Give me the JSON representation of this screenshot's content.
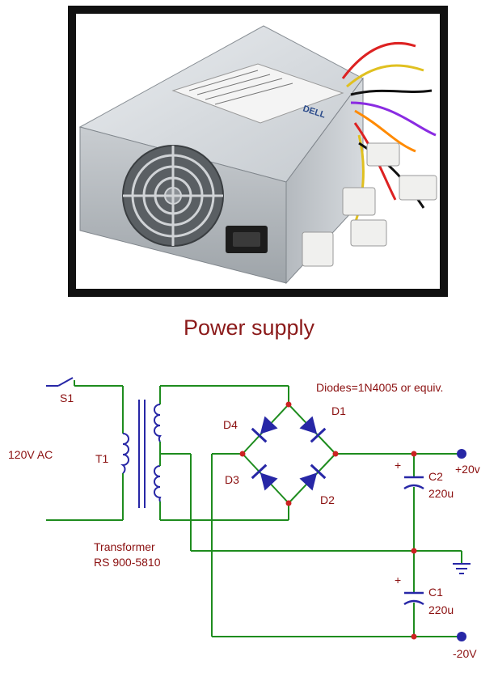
{
  "title": "Power supply",
  "photo": {
    "brand_logo": "DELL"
  },
  "schematic": {
    "note": "Diodes=1N4005 or equiv.",
    "input_label": "120V AC",
    "switch": "S1",
    "transformer_ref": "T1",
    "transformer_caption_line1": "Transformer",
    "transformer_caption_line2": "RS 900-5810",
    "diodes": [
      "D1",
      "D2",
      "D3",
      "D4"
    ],
    "capacitors": [
      {
        "ref": "C2",
        "value": "220u",
        "polarity": "+"
      },
      {
        "ref": "C1",
        "value": "220u",
        "polarity": "+"
      }
    ],
    "outputs": {
      "positive": "+20v",
      "negative": "-20V"
    },
    "colors": {
      "wire": "#1e8c1e",
      "component": "#2727a6",
      "node": "#cc2222",
      "text": "#8b1010"
    }
  }
}
